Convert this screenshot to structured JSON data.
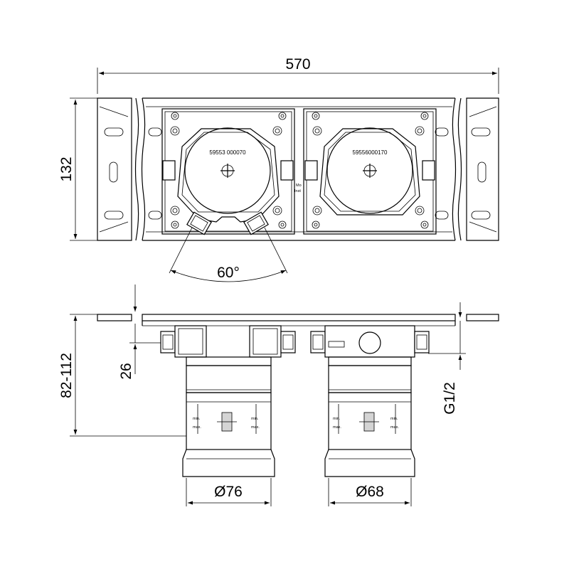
{
  "dimensions": {
    "overall_width": "570",
    "height": "132",
    "angle": "60°",
    "install_depth": "82-112",
    "offset": "26",
    "thread": "G1/2",
    "diameter_left": "Ø76",
    "diameter_right": "Ø68"
  },
  "parts": {
    "left_number": "59553 000070",
    "right_number": "59556000170",
    "side_note_1": "Mo",
    "side_note_2": "Inst"
  },
  "scale_marks": {
    "min": "min.",
    "max": "max."
  }
}
